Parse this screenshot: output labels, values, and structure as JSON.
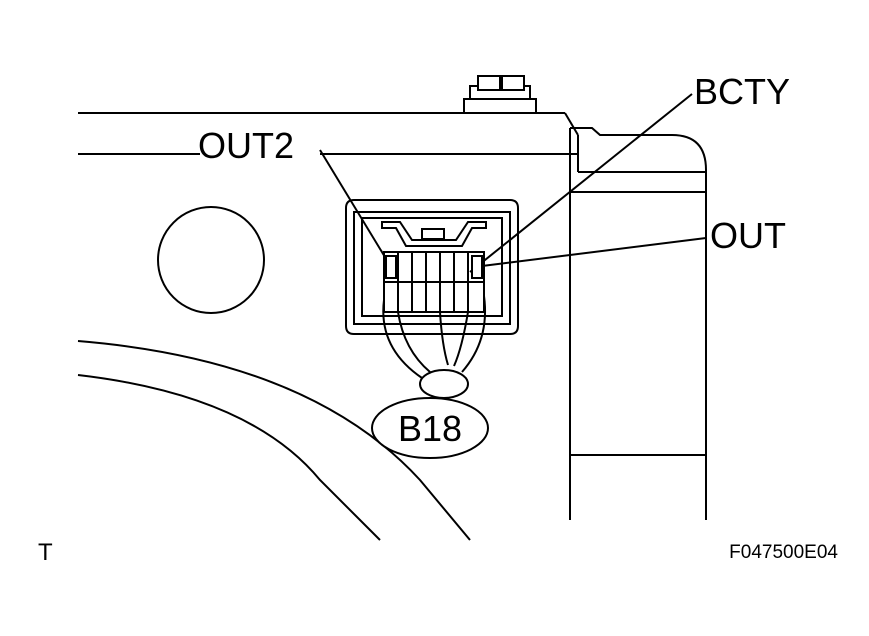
{
  "labels": {
    "out2": "OUT2",
    "bcty": "BCTY",
    "out": "OUT",
    "connector": "B18",
    "corner_mark": "T",
    "figure_id": "F047500E04"
  },
  "colors": {
    "line": "#000000",
    "background": "#ffffff"
  }
}
